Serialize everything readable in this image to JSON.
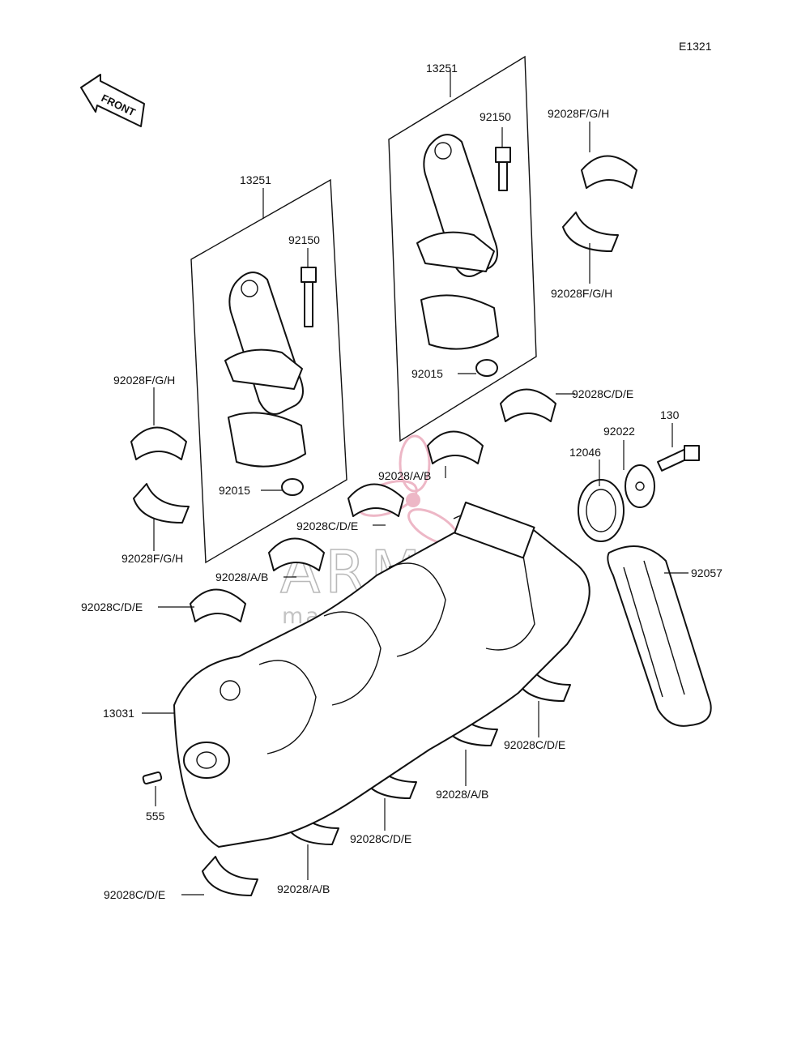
{
  "diagram_code": "E1321",
  "front_arrow_label": "FRONT",
  "watermark": {
    "title": "ARMADA",
    "subtitle": "marine outboards",
    "logo_color": "#e8a0b4"
  },
  "labels": {
    "rod_assy_right": "13251",
    "rod_assy_left": "13251",
    "bolt_right": "92150",
    "bolt_left": "92150",
    "nut_right": "92015",
    "nut_left": "92015",
    "rod_bearing_top_upper": "92028F/G/H",
    "rod_bearing_top_lower": "92028F/G/H",
    "rod_bearing_left_upper": "92028F/G/H",
    "rod_bearing_left_lower": "92028F/G/H",
    "main_bearing_right_upper": "92028C/D/E",
    "washer": "92022",
    "bolt_130": "130",
    "sprocket": "12046",
    "main_bearing_ab_center": "92028/A/B",
    "main_bearing_cde_center": "92028C/D/E",
    "main_bearing_ab_left": "92028/A/B",
    "chain": "92057",
    "main_bearing_cde_left": "92028C/D/E",
    "crankshaft": "13031",
    "main_bearing_cde_lower_right": "92028C/D/E",
    "main_bearing_ab_lower_right": "92028/A/B",
    "pin": "555",
    "main_bearing_cde_lower_mid": "92028C/D/E",
    "main_bearing_ab_lower_mid": "92028/A/B",
    "main_bearing_cde_bottom": "92028C/D/E"
  }
}
